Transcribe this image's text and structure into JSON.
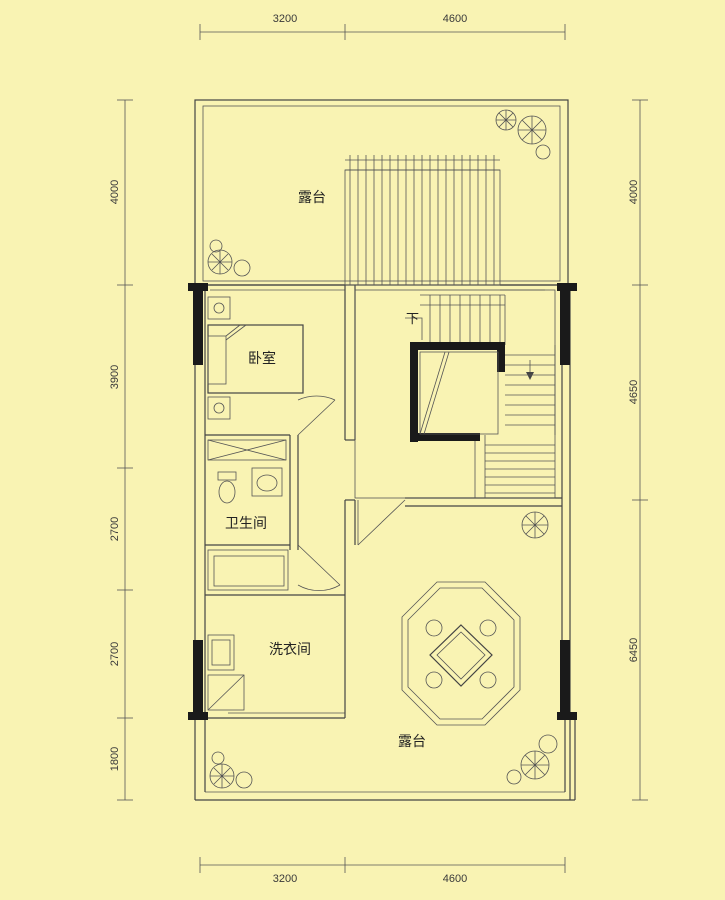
{
  "dimensions": {
    "top": [
      "3200",
      "4600"
    ],
    "bottom": [
      "3200",
      "4600"
    ],
    "left": [
      "4000",
      "3900",
      "2700",
      "2700",
      "1800"
    ],
    "right": [
      "4000",
      "4650",
      "6450"
    ]
  },
  "rooms": {
    "terrace_top": "露台",
    "bedroom": "卧室",
    "bathroom": "卫生间",
    "laundry": "洗衣间",
    "terrace_bottom": "露台"
  },
  "stair_label": "下"
}
